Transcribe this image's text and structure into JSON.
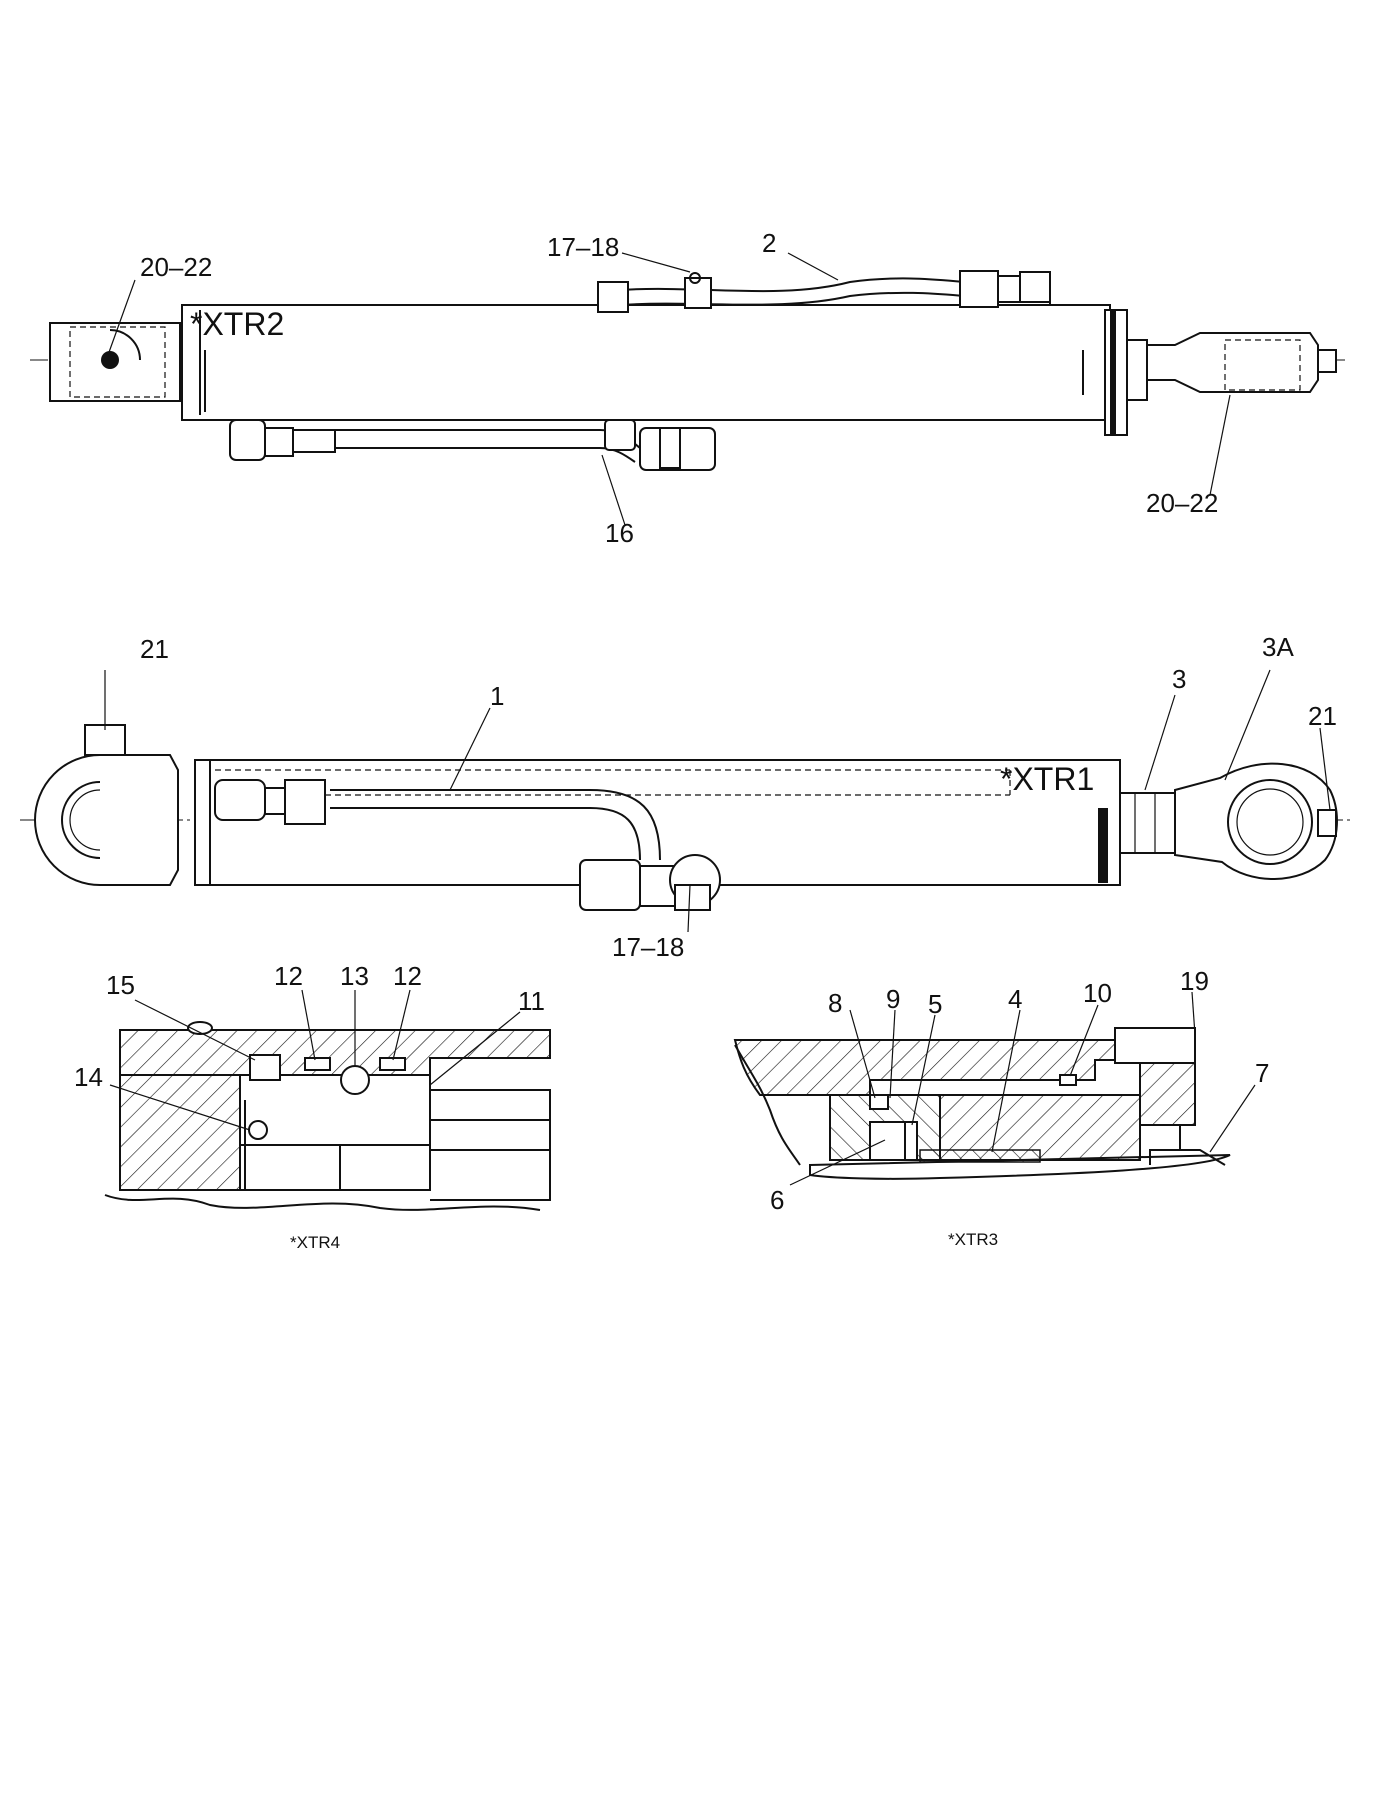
{
  "callouts": {
    "top_20_22_left": "20–22",
    "top_17_18": "17–18",
    "top_2": "2",
    "top_16": "16",
    "top_20_22_right": "20–22",
    "mid_21_left": "21",
    "mid_1": "1",
    "mid_3": "3",
    "mid_3a": "3A",
    "mid_21_right": "21",
    "mid_17_18": "17–18",
    "d4_15": "15",
    "d4_12a": "12",
    "d4_13": "13",
    "d4_12b": "12",
    "d4_11": "11",
    "d4_14": "14",
    "d3_8": "8",
    "d3_9": "9",
    "d3_5": "5",
    "d3_4": "4",
    "d3_10": "10",
    "d3_19": "19",
    "d3_7": "7",
    "d3_6": "6"
  },
  "detail_refs": {
    "xtr2": "*XTR2",
    "xtr1": "*XTR1"
  },
  "captions": {
    "xtr4": "*XTR4",
    "xtr3": "*XTR3"
  }
}
